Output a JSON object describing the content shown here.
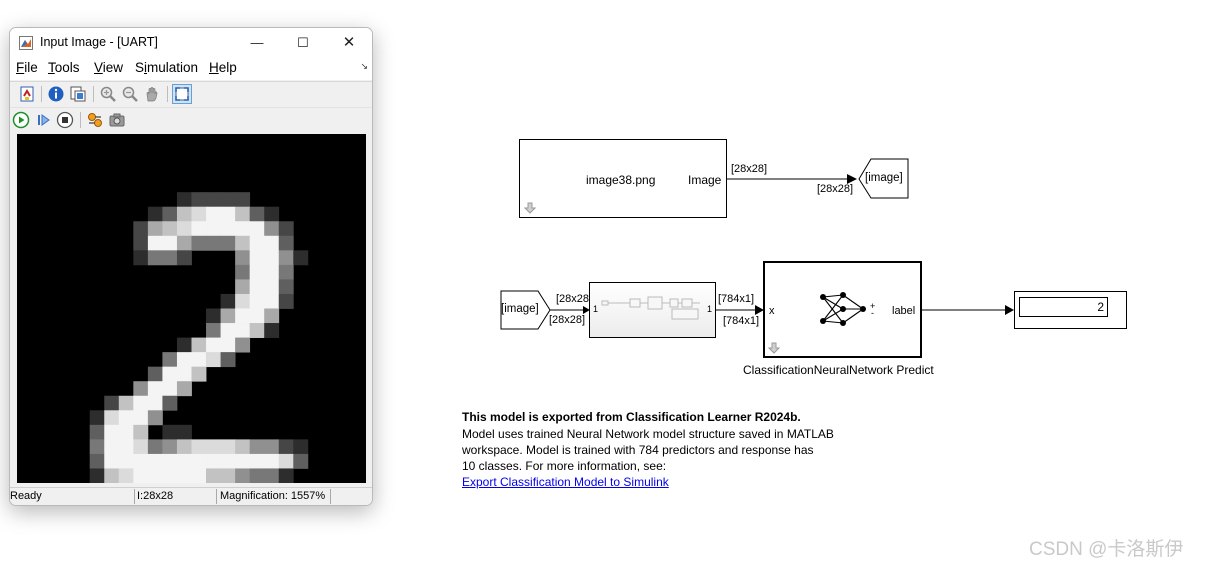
{
  "window": {
    "title": "Input Image - [UART]",
    "minimize_glyph": "—",
    "maximize_glyph": "☐",
    "close_glyph": "✕"
  },
  "menu": {
    "items": [
      {
        "label": "File",
        "mnemonic": "F",
        "rest": "ile"
      },
      {
        "label": "Tools",
        "mnemonic": "T",
        "rest": "ools"
      },
      {
        "label": "View",
        "mnemonic": "V",
        "rest": "iew"
      },
      {
        "label": "Simulation",
        "pre": "S",
        "mnemonic": "i",
        "rest": "mulation"
      },
      {
        "label": "Help",
        "mnemonic": "H",
        "rest": "elp"
      }
    ],
    "overflow_glyph": "↘"
  },
  "toolbar_icons": {
    "row1": [
      "parent-model-icon",
      "info-icon",
      "image-properties-icon",
      "zoom-in-icon",
      "zoom-out-icon",
      "pan-hand-icon",
      "fit-to-window-icon"
    ],
    "row2": [
      "run-icon",
      "step-forward-icon",
      "stop-icon",
      "signal-selector-icon",
      "snapshot-camera-icon"
    ]
  },
  "image_display": {
    "description_colors": {
      "background": "#000000",
      "stroke_max": "#f4f4f4"
    },
    "digit_pixels": {
      "cell_count": 24,
      "rows": [
        "000000000000000000000000",
        "000000000000000000000000",
        "000000000000000000000000",
        "000000000000000000000000",
        "000000000001222200000000",
        "000000000137899731000000",
        "000000002678999995200000",
        "000000002996444799300000",
        "000000001442000599510000",
        "000000000000000499400000",
        "000000000000000699300000",
        "000000000000001899200000",
        "000000000000016996000000",
        "000000000000049971000000",
        "000000000001799500000000",
        "000000000049983000000000",
        "000000000399700000000000",
        "000000005996000000000000",
        "000000279930000000000000",
        "000001899500000000000000",
        "000003997011000000000000",
        "000004998457888755210000",
        "000003999999999999830000",
        "000001789999977544100000"
      ]
    }
  },
  "status": {
    "state": "Ready",
    "size": "I:28x28",
    "magnification": "Magnification: 1557%"
  },
  "model": {
    "image_source": {
      "file": "image38.png",
      "out_label": "Image",
      "dims_top": "[28x28]",
      "dims_bottom": "[28x28]"
    },
    "goto_tag": "[image]",
    "from_tag": "[image]",
    "from_dims_top": "[28x28",
    "from_dims_bottom": "[28x28]",
    "subsystem": {
      "in_port": "1",
      "out_port": "1"
    },
    "reshape_dims_top": "[784x1]",
    "reshape_dims_bottom": "[784x1]",
    "classifier": {
      "in_label": "x",
      "out_label": "label",
      "plus": "+",
      "minus": "-",
      "name": "ClassificationNeuralNetwork Predict"
    },
    "display_value": "2"
  },
  "description": {
    "title": "This model is exported from Classification Learner R2024b.",
    "line1": "Model uses trained Neural Network model structure saved in MATLAB",
    "line2": "workspace. Model is trained with 784 predictors and response has",
    "line3": "10 classes. For more information, see:",
    "link": "Export Classification Model to Simulink"
  },
  "watermark": "CSDN @卡洛斯伊",
  "colors": {
    "link": "#0000ee",
    "run_green": "#1f8f2a",
    "wire": "#000000"
  }
}
